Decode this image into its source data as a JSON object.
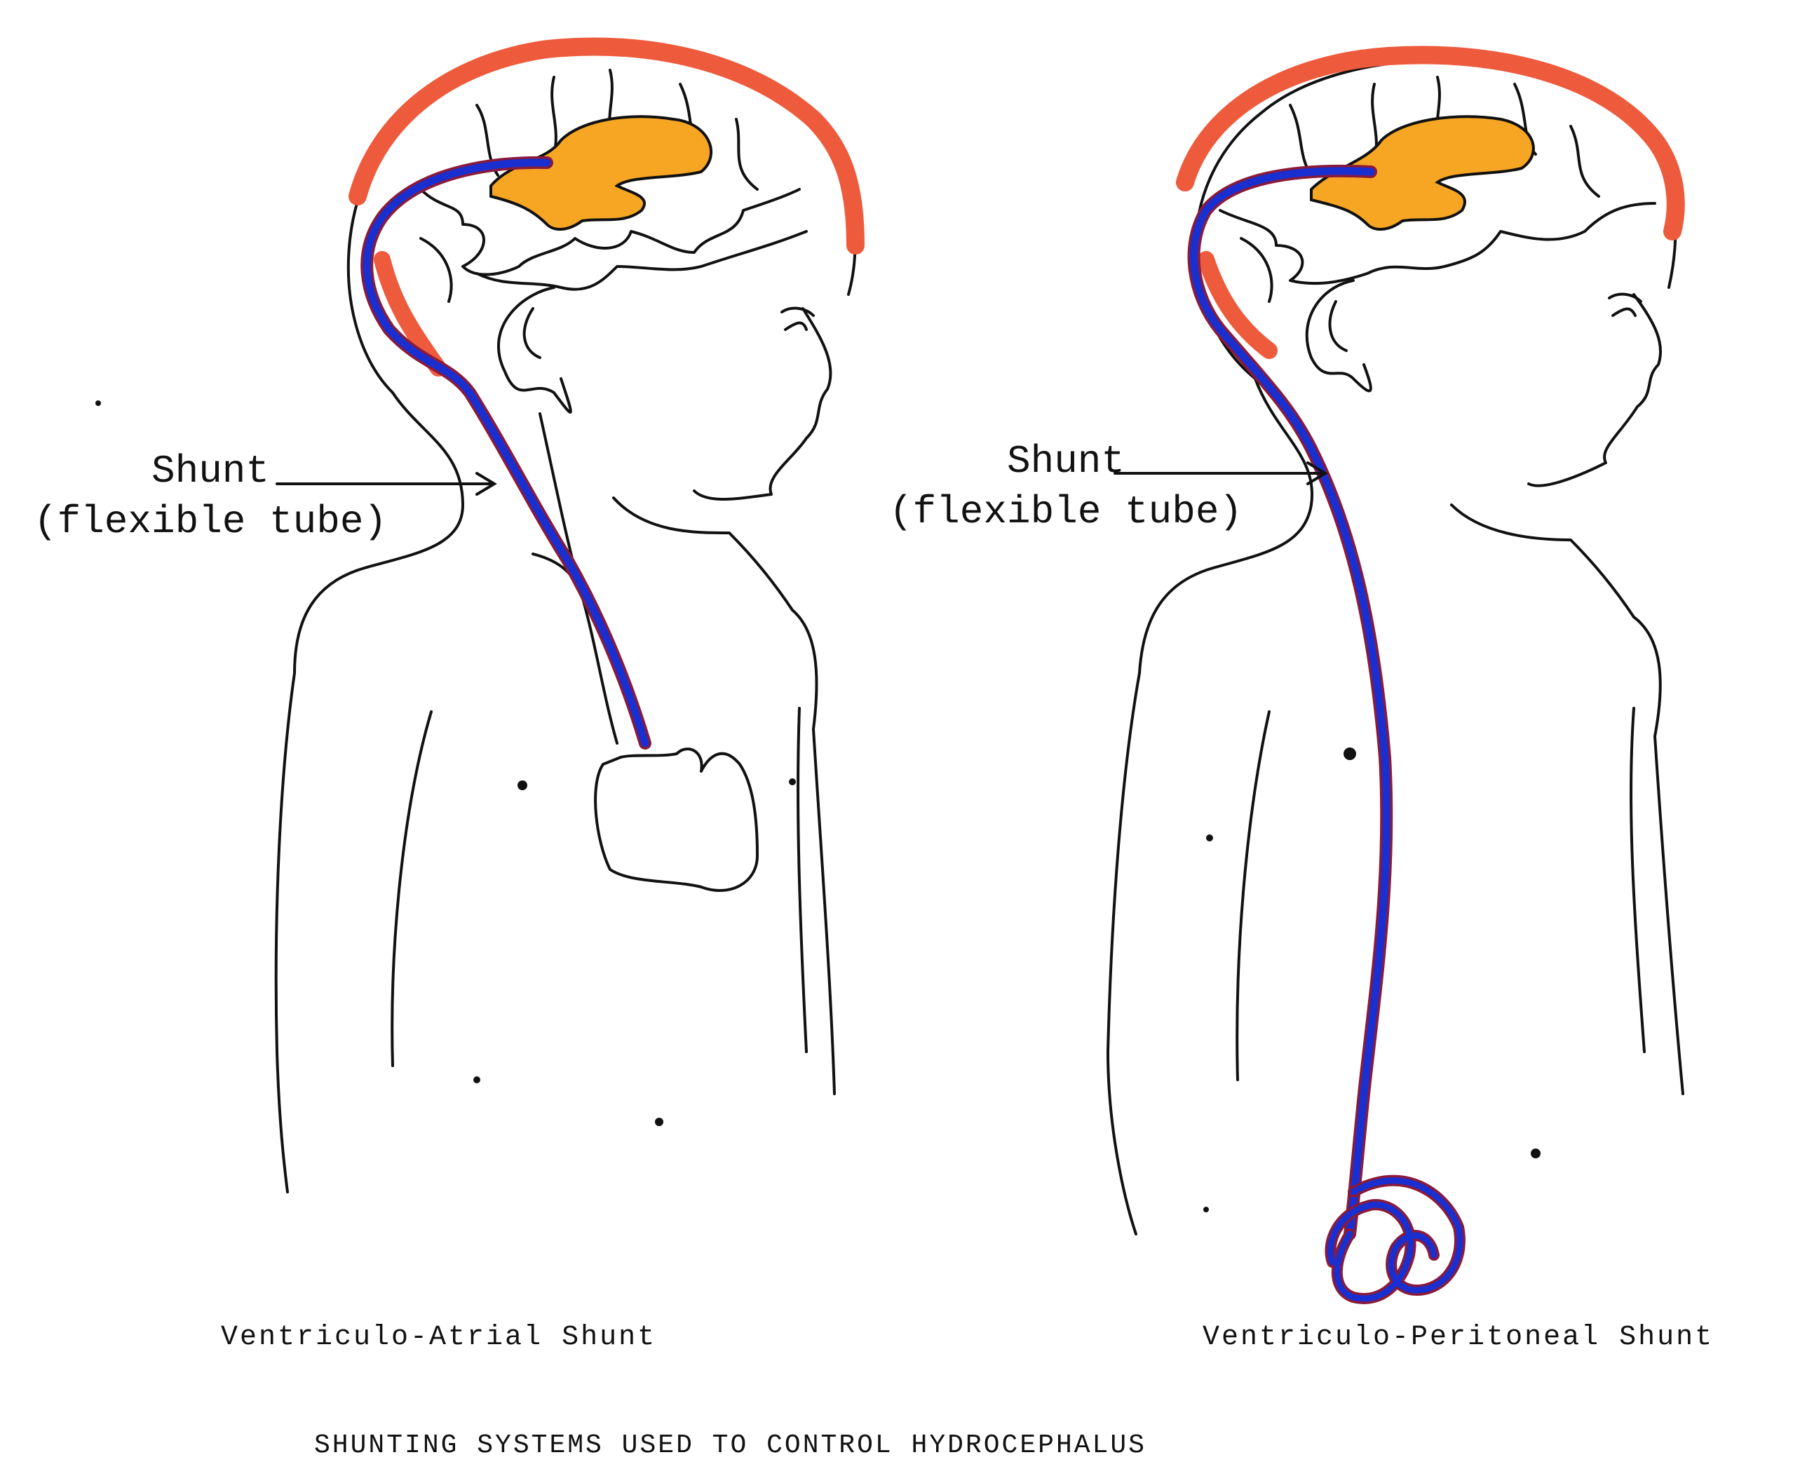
{
  "diagram": {
    "title": "SHUNTING SYSTEMS USED TO CONTROL HYDROCEPHALUS",
    "colors": {
      "line": "#111111",
      "shunt": "#1a2fd0",
      "shunt_edge": "#8a1a3a",
      "skull_band": "#ee5a3c",
      "ventricle": "#f6a623"
    },
    "panels": [
      {
        "name": "ventriculo-atrial",
        "caption": "Ventriculo-Atrial Shunt",
        "callout_line1": "Shunt",
        "callout_line2": "(flexible tube)"
      },
      {
        "name": "ventriculo-peritoneal",
        "caption": "Ventriculo-Peritoneal Shunt",
        "callout_line1": "Shunt",
        "callout_line2": "(flexible tube)"
      }
    ]
  }
}
